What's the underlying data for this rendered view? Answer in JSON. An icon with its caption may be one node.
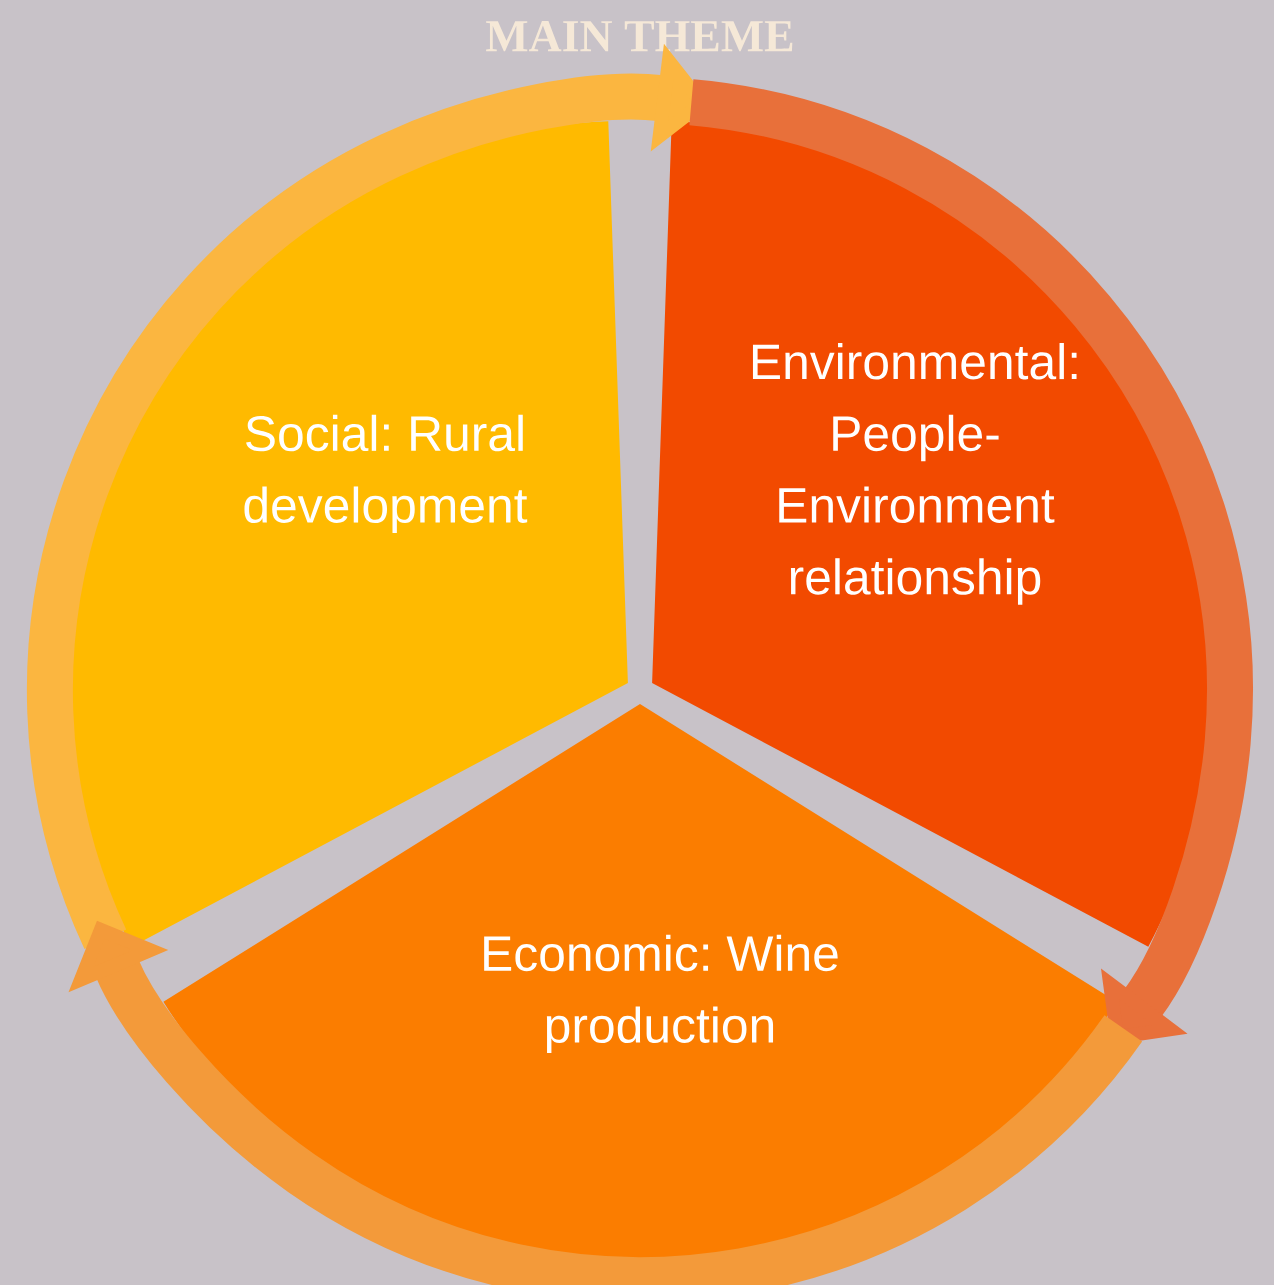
{
  "diagram": {
    "title": "MAIN THEME",
    "nodes": [
      {
        "text": [
          "Social: Rural development"
        ]
      },
      {
        "text": [
          "Environmental: People-Environment relationship"
        ]
      },
      {
        "text": [
          "Economic: Wine production"
        ]
      }
    ],
    "edges": [
      {
        "from": 0,
        "to": 1,
        "arrow": "to"
      },
      {
        "from": 1,
        "to": 2,
        "arrow": "to"
      },
      {
        "from": 2,
        "to": 0,
        "arrow": "to"
      }
    ]
  }
}
